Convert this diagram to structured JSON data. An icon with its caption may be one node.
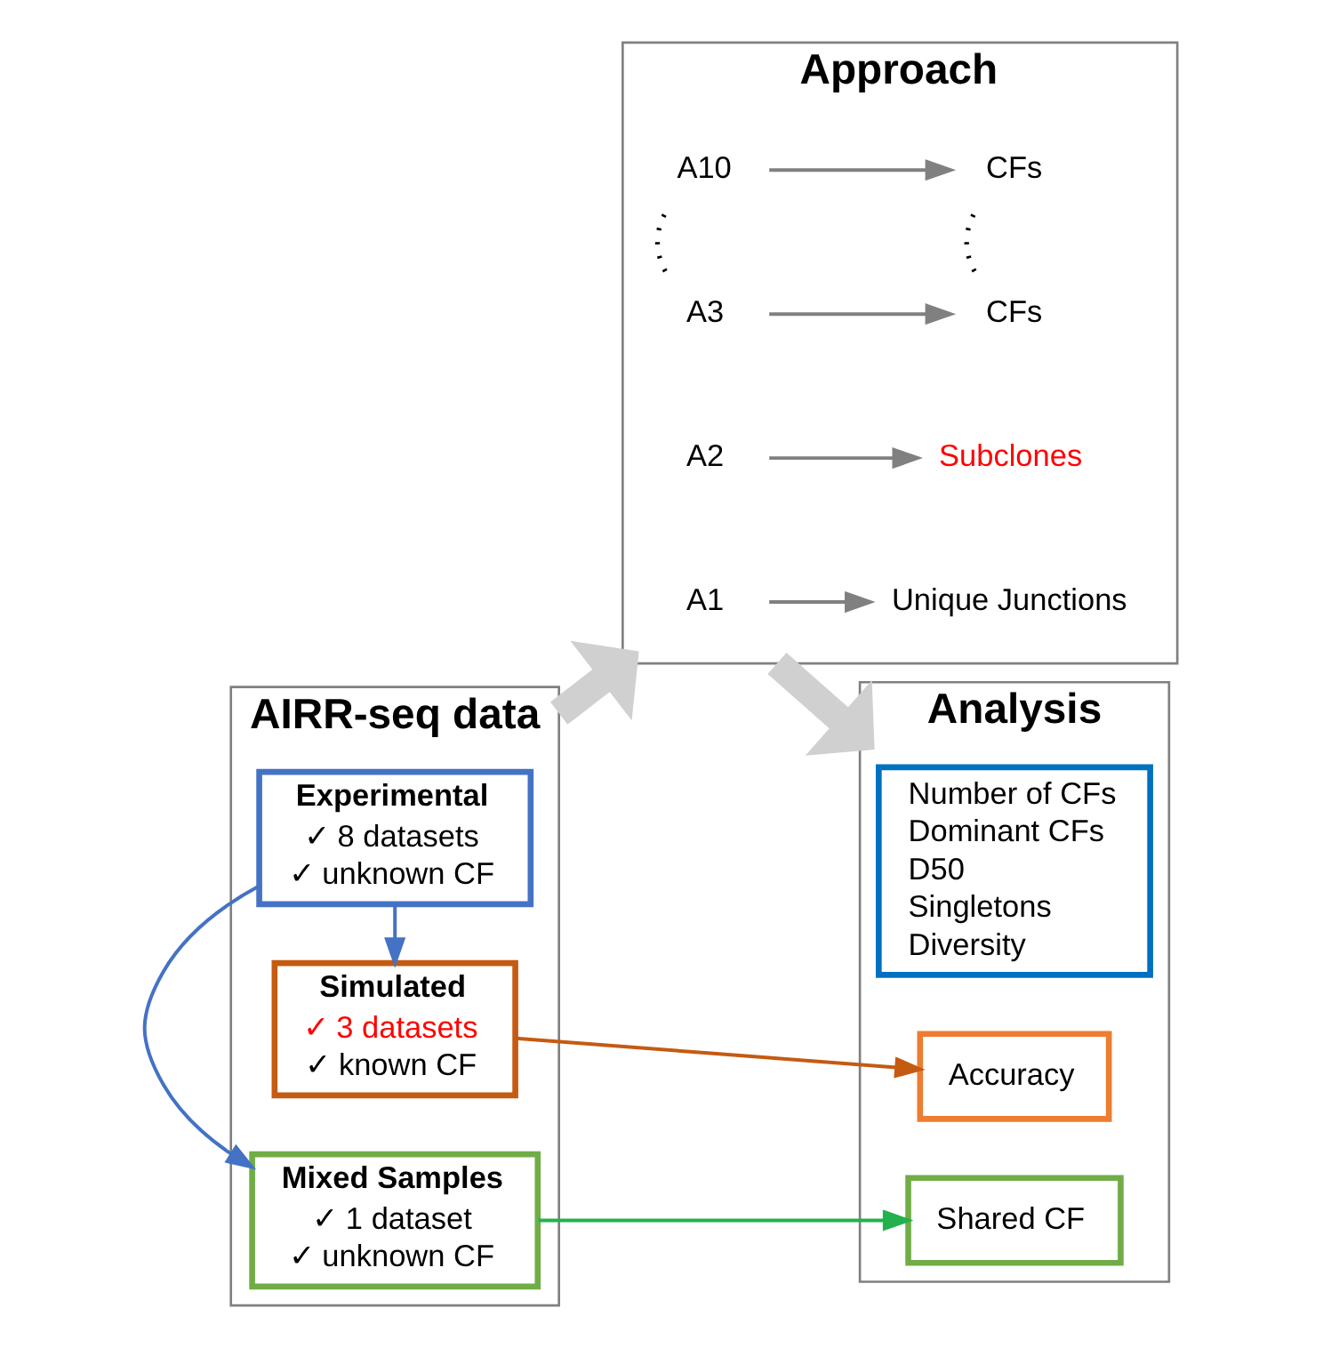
{
  "diagram": {
    "nodes": [
      {
        "text": [
          "AIRR-seq data"
        ]
      },
      {
        "text": [
          "Experimental",
          "✓ 8 datasets",
          "✓ unknown CF"
        ],
        "in": 0
      },
      {
        "text": [
          "Mixed Samples",
          "✓ 1 dataset",
          "✓ unknown CF"
        ],
        "in": 0
      },
      {
        "text": [
          "Simulated",
          "✓ 3 datasets",
          "✓ known CF"
        ],
        "in": 0
      },
      {
        "text": [
          "Approach"
        ]
      },
      {
        "text": [
          "A1"
        ],
        "in": 4
      },
      {
        "text": [
          "Unique Junctions"
        ],
        "in": 4
      },
      {
        "text": [
          "A2"
        ],
        "in": 4
      },
      {
        "text": [
          "Subclones"
        ],
        "in": 4
      },
      {
        "text": [
          "A3"
        ],
        "in": 4
      },
      {
        "text": [
          "CFs"
        ],
        "in": 4
      },
      {
        "text": [
          "A10"
        ],
        "in": 4
      },
      {
        "text": [
          "CFs"
        ],
        "in": 4
      },
      {
        "text": [
          "Analysis"
        ]
      },
      {
        "text": [
          "Number of CFs",
          "Dominant CFs",
          "D50",
          "Singletons",
          "Diversity"
        ],
        "in": 13
      },
      {
        "text": [
          "Shared CF"
        ],
        "in": 13
      },
      {
        "text": [
          "Accuracy"
        ],
        "in": 13
      }
    ],
    "edges": [
      {
        "from": 1,
        "to": 2,
        "arrow": "to",
        "color": "#4472c4"
      },
      {
        "from": 1,
        "to": 3,
        "arrow": "to",
        "color": "#4472c4"
      },
      {
        "from": 0,
        "to": 4,
        "arrow": "to",
        "style": "thick",
        "color": "#d0d0d0"
      },
      {
        "from": 5,
        "to": 6,
        "arrow": "to",
        "color": "#808080"
      },
      {
        "from": 7,
        "to": 8,
        "arrow": "to",
        "color": "#808080"
      },
      {
        "from": 9,
        "to": 10,
        "arrow": "to",
        "color": "#808080"
      },
      {
        "from": 9,
        "to": 11,
        "arrow": "none",
        "style": "dashed",
        "color": "#000000"
      },
      {
        "from": 10,
        "to": 12,
        "arrow": "none",
        "style": "dashed",
        "color": "#000000"
      },
      {
        "from": 11,
        "to": 12,
        "arrow": "to",
        "color": "#808080"
      },
      {
        "from": 4,
        "to": 13,
        "arrow": "to",
        "style": "thick",
        "color": "#d0d0d0"
      },
      {
        "from": 2,
        "to": 15,
        "arrow": "to",
        "color": "#22b14c"
      },
      {
        "from": 3,
        "to": 16,
        "arrow": "to",
        "color": "#c55a11"
      }
    ]
  }
}
